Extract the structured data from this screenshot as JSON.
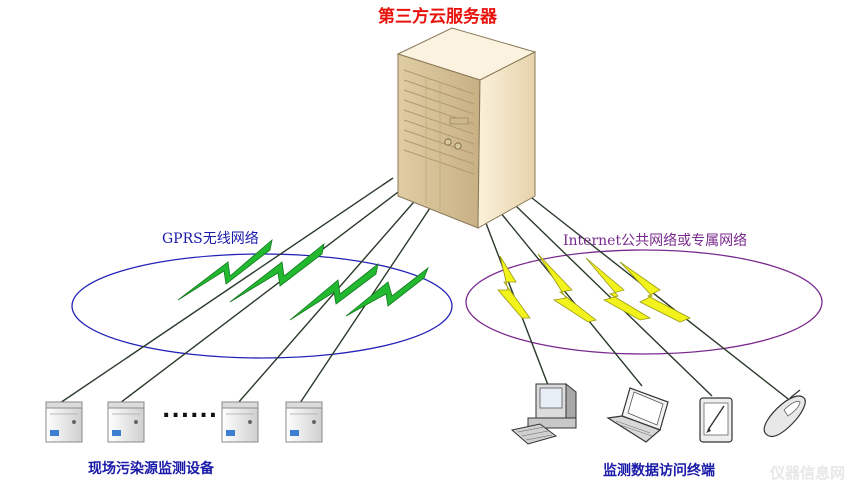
{
  "server": {
    "title": "第三方云服务器"
  },
  "gprs": {
    "label": "GPRS无线网络"
  },
  "internet": {
    "label": "Internet公共网络或专属网络"
  },
  "devices": {
    "caption": "现场污染源监测设备",
    "ellipsis": "......"
  },
  "terminals": {
    "caption": "监测数据访问终端"
  },
  "watermark": {
    "text": "仪器信息网"
  },
  "colors": {
    "title_red": "#e8120c",
    "label_blue": "#1a1aa8",
    "label_purple": "#7a2a8e",
    "gprs_ellipse": "#2222b8",
    "internet_ellipse": "#7a2a8e",
    "bolt_green": "#22b830",
    "bolt_yellow": "#f2f21c",
    "server_body": "#f2e4c4",
    "device_body": "#ececec",
    "device_accent": "#3c7fd0"
  }
}
